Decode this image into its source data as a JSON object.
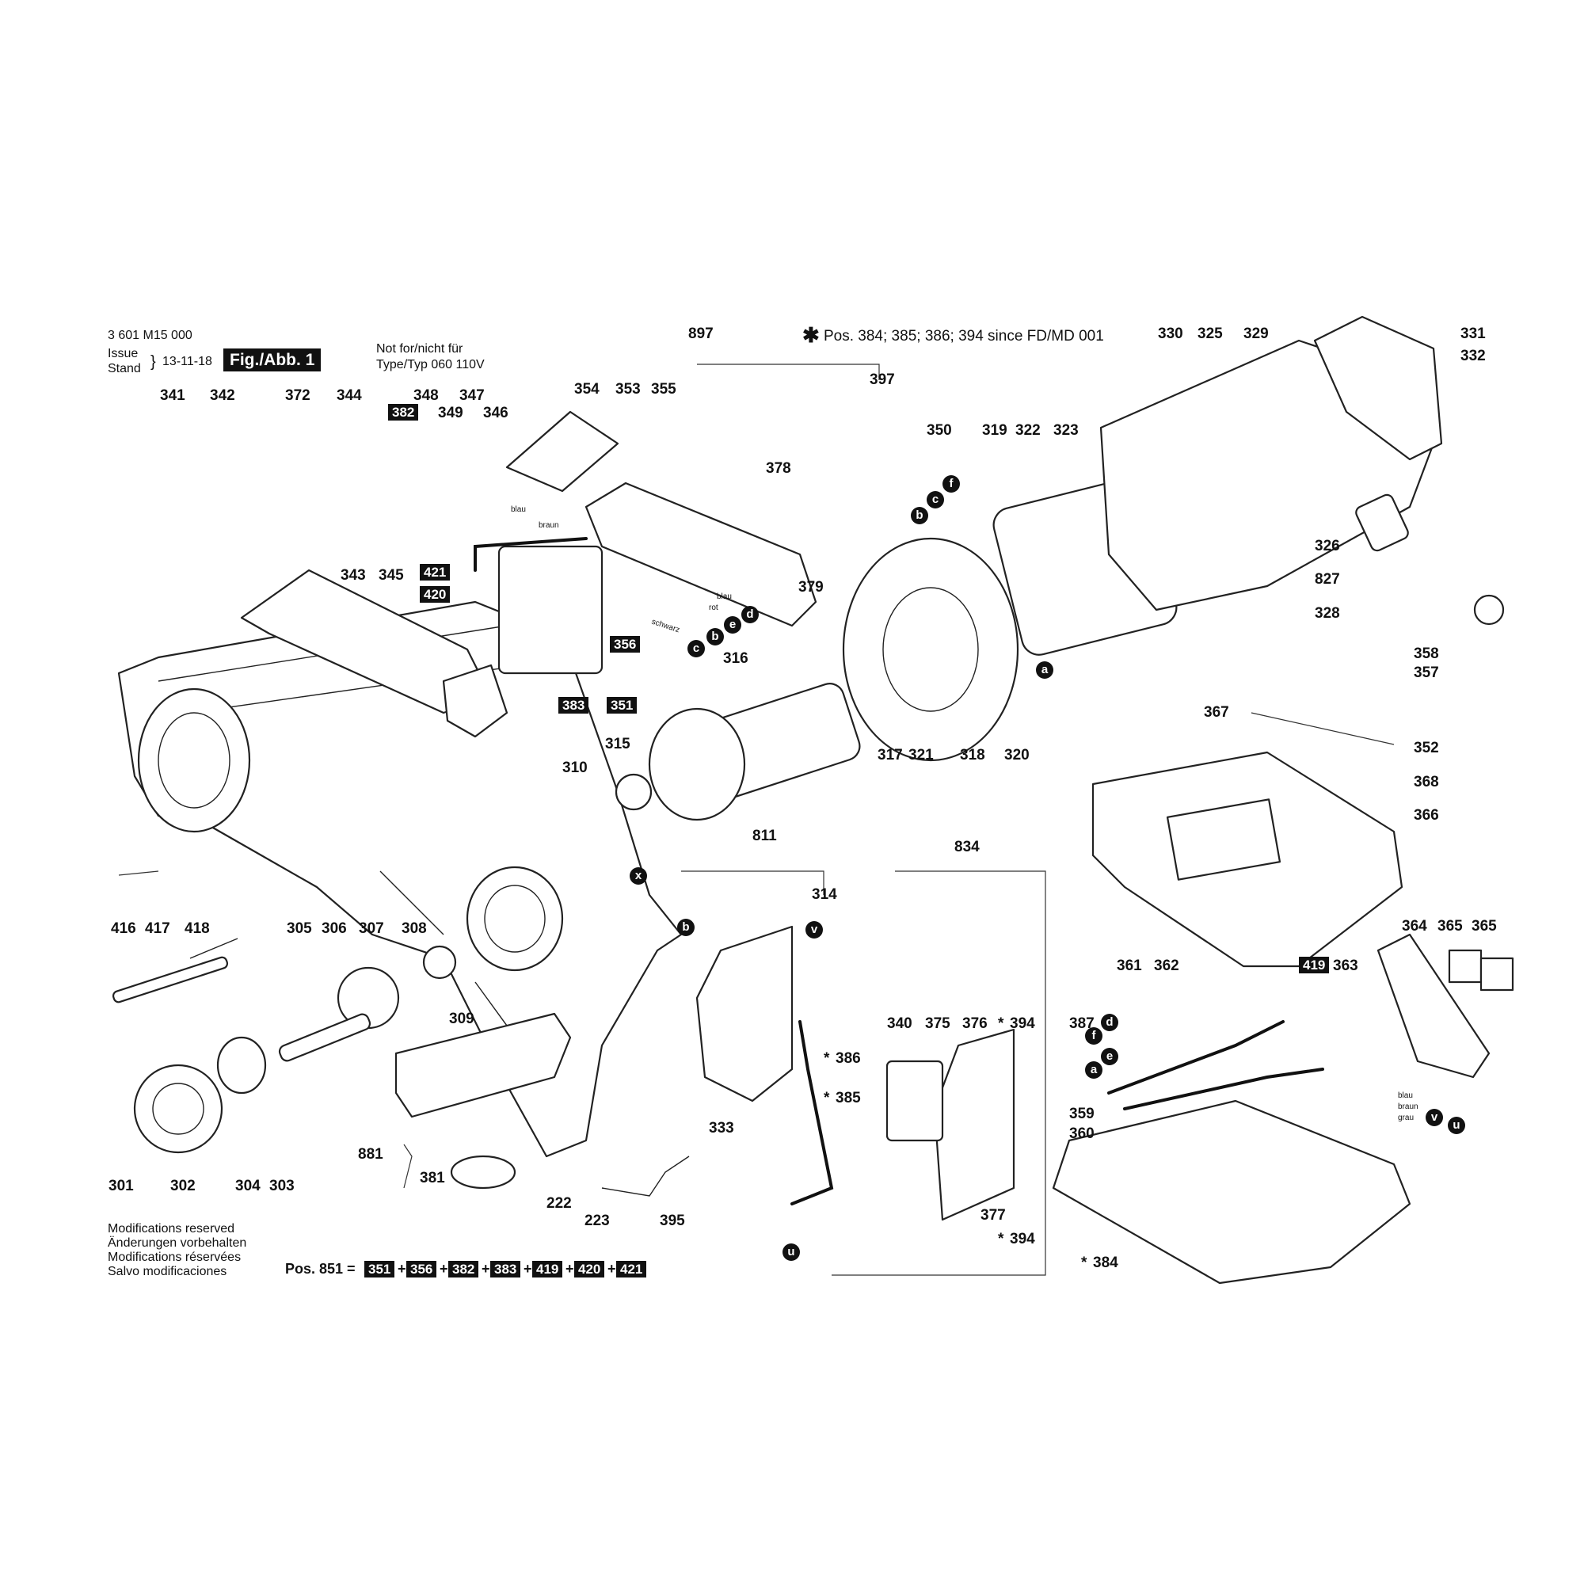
{
  "header": {
    "doc_number": "3 601 M15 000",
    "issue_label_1": "Issue",
    "issue_label_2": "Stand",
    "issue_date": "13-11-18",
    "fig_label": "Fig./Abb. 1",
    "note_line1": "Not for/nicht für",
    "note_line2": "Type/Typ 060 110V",
    "since_note": "Pos. 384; 385; 386; 394 since FD/MD 001"
  },
  "footer": {
    "modifications": [
      "Modifications reserved",
      "Änderungen vorbehalten",
      "Modifications réservées",
      "Salvo modificaciones"
    ],
    "pos_label": "Pos. 851 =",
    "pos_parts": [
      "351",
      "356",
      "382",
      "383",
      "419",
      "420",
      "421"
    ]
  },
  "parts": {
    "p222": "222",
    "p223": "223",
    "p301": "301",
    "p302": "302",
    "p303": "303",
    "p304": "304",
    "p305": "305",
    "p306": "306",
    "p307": "307",
    "p308": "308",
    "p309": "309",
    "p310": "310",
    "p314": "314",
    "p315": "315",
    "p316": "316",
    "p317": "317",
    "p318": "318",
    "p319": "319",
    "p320": "320",
    "p321": "321",
    "p322": "322",
    "p323": "323",
    "p325": "325",
    "p326": "326",
    "p328": "328",
    "p329": "329",
    "p330": "330",
    "p331": "331",
    "p332": "332",
    "p333": "333",
    "p340": "340",
    "p341": "341",
    "p342": "342",
    "p343": "343",
    "p344": "344",
    "p345": "345",
    "p346": "346",
    "p347": "347",
    "p348": "348",
    "p349": "349",
    "p350": "350",
    "p352": "352",
    "p353": "353",
    "p354": "354",
    "p355": "355",
    "p357": "357",
    "p358": "358",
    "p359": "359",
    "p360": "360",
    "p361": "361",
    "p362": "362",
    "p363": "363",
    "p364": "364",
    "p365a": "365",
    "p365b": "365",
    "p366": "366",
    "p367": "367",
    "p368": "368",
    "p372": "372",
    "p375": "375",
    "p376": "376",
    "p377": "377",
    "p378": "378",
    "p379": "379",
    "p381": "381",
    "p384": "384",
    "p385": "385",
    "p386": "386",
    "p387": "387",
    "p394a": "394",
    "p394b": "394",
    "p395": "395",
    "p397": "397",
    "p416": "416",
    "p417": "417",
    "p418": "418",
    "p811": "811",
    "p827": "827",
    "p834": "834",
    "p881": "881",
    "p897": "897"
  },
  "boxed_parts": {
    "b382": "382",
    "b421": "421",
    "b420": "420",
    "b356": "356",
    "b383": "383",
    "b351": "351",
    "b419": "419"
  },
  "connectors": {
    "a": "a",
    "b": "b",
    "c": "c",
    "d": "d",
    "e": "e",
    "f": "f",
    "u": "u",
    "v": "v",
    "x": "x"
  },
  "wire_labels": {
    "blau1": "blau",
    "braun": "braun",
    "blau2": "blau",
    "rot": "rot",
    "schwarz": "schwarz",
    "blau3": "blau",
    "braun2": "braun",
    "grau": "grau"
  },
  "star": "✱",
  "star_small": "*"
}
